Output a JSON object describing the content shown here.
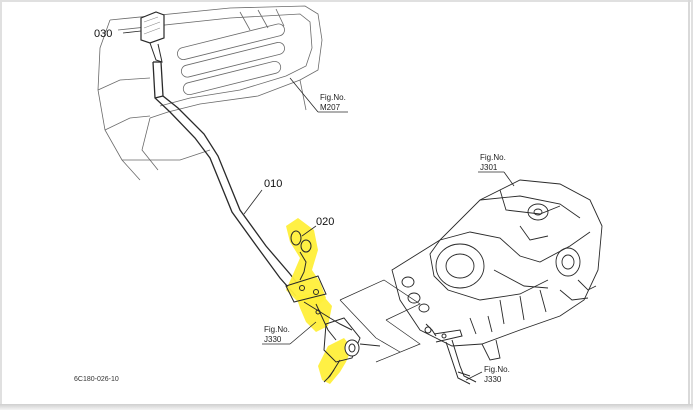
{
  "parts": {
    "p030": "030",
    "p010": "010",
    "p020": "020"
  },
  "refs": {
    "m207_line1": "Fig.No.",
    "m207_line2": "M207",
    "j301_line1": "Fig.No.",
    "j301_line2": "J301",
    "j330a_line1": "Fig.No.",
    "j330a_line2": "J330",
    "j330b_line1": "Fig.No.",
    "j330b_line2": "J330"
  },
  "drawing_code": "6C180-026-10",
  "colors": {
    "highlight": "#ffef3a",
    "line": "#2a2a2a",
    "light_line": "#6a6a6a"
  }
}
